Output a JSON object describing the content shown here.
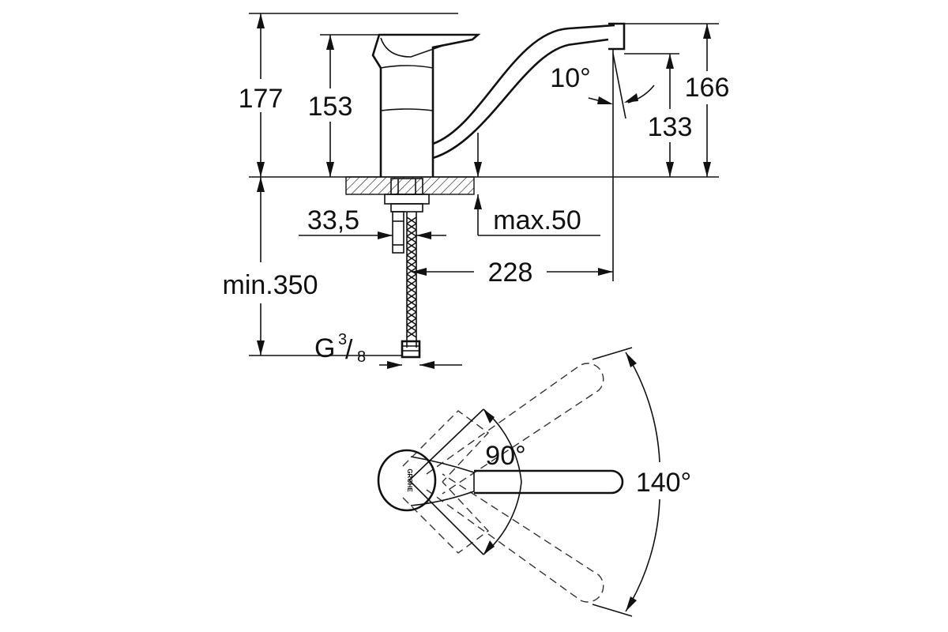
{
  "dimensions": {
    "total_height": "177",
    "body_height": "153",
    "spout_height": "166",
    "outlet_height": "133",
    "spout_angle": "10°",
    "base_diameter": "33,5",
    "max_counter_thickness": "max.50",
    "spout_reach": "228",
    "hose_length": "min.350",
    "connection_thread": "G",
    "thread_num": "3",
    "thread_den": "8"
  },
  "top_view": {
    "logo_text": "GROHE",
    "lever_angle": "90°",
    "swivel_angle": "140°"
  },
  "colors": {
    "line": "#111111",
    "background": "#ffffff"
  }
}
